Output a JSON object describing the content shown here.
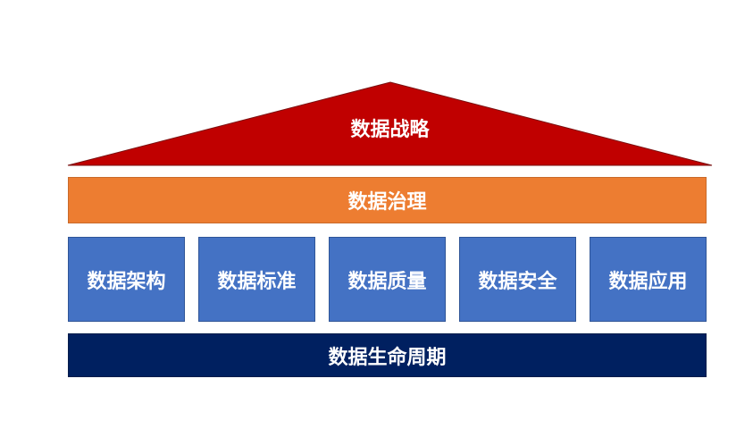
{
  "colors": {
    "strategy": "#c00000",
    "governance": "#ed7d31",
    "pillar": "#4472c4",
    "lifecycle": "#002060",
    "text": "#ffffff"
  },
  "diagram": {
    "strategy": "数据战略",
    "governance": "数据治理",
    "pillars": [
      {
        "label": "数据架构"
      },
      {
        "label": "数据标准"
      },
      {
        "label": "数据质量"
      },
      {
        "label": "数据安全"
      },
      {
        "label": "数据应用"
      }
    ],
    "lifecycle": "数据生命周期"
  }
}
